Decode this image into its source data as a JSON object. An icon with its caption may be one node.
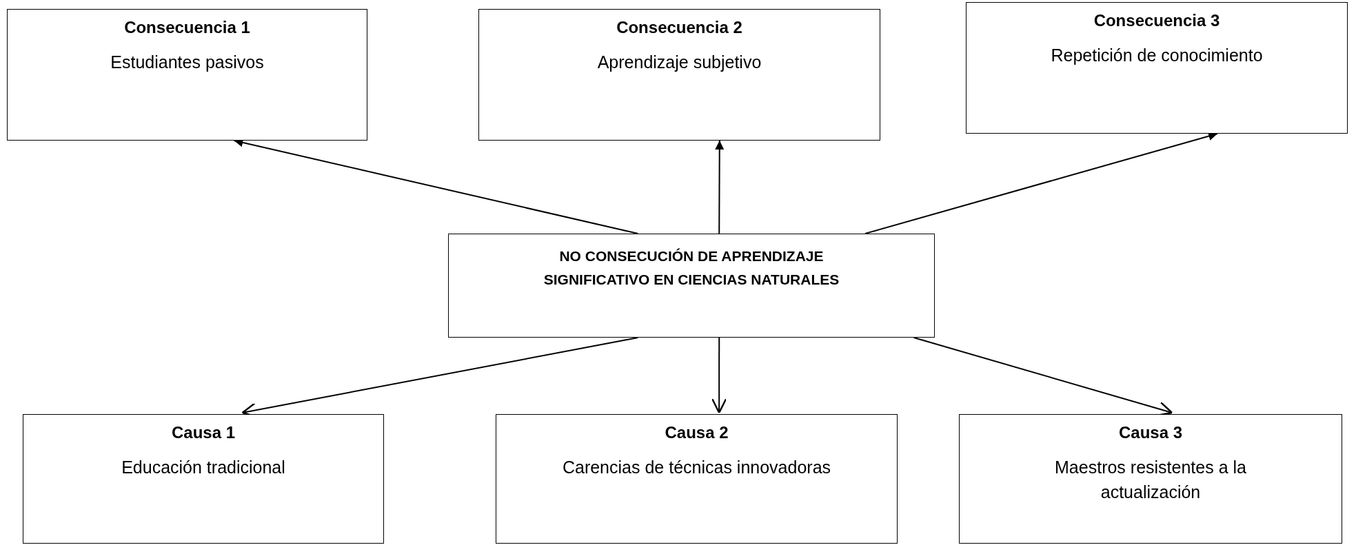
{
  "diagram": {
    "nodes": [
      {
        "text": [
          "Consecuencia 1",
          "Estudiantes pasivos"
        ]
      },
      {
        "text": [
          "Consecuencia 2",
          "Aprendizaje  subjetivo"
        ]
      },
      {
        "text": [
          "Consecuencia 3",
          "Repetición de conocimiento"
        ]
      },
      {
        "text": [
          "NO CONSECUCIÓN DE APRENDIZAJE SIGNIFICATIVO EN CIENCIAS NATURALES"
        ]
      },
      {
        "text": [
          "Causa 1",
          "Educación tradicional"
        ]
      },
      {
        "text": [
          "Causa 2",
          "Carencias de técnicas innovadoras"
        ]
      },
      {
        "text": [
          "Causa 3",
          "Maestros resistentes a la actualización"
        ]
      }
    ],
    "edges": [
      {
        "from": 3,
        "to": 0,
        "arrow": "to"
      },
      {
        "from": 3,
        "to": 1,
        "arrow": "to"
      },
      {
        "from": 3,
        "to": 2,
        "arrow": "to"
      },
      {
        "from": 3,
        "to": 4,
        "arrow": "to"
      },
      {
        "from": 3,
        "to": 5,
        "arrow": "to"
      },
      {
        "from": 3,
        "to": 6,
        "arrow": "to"
      }
    ]
  }
}
